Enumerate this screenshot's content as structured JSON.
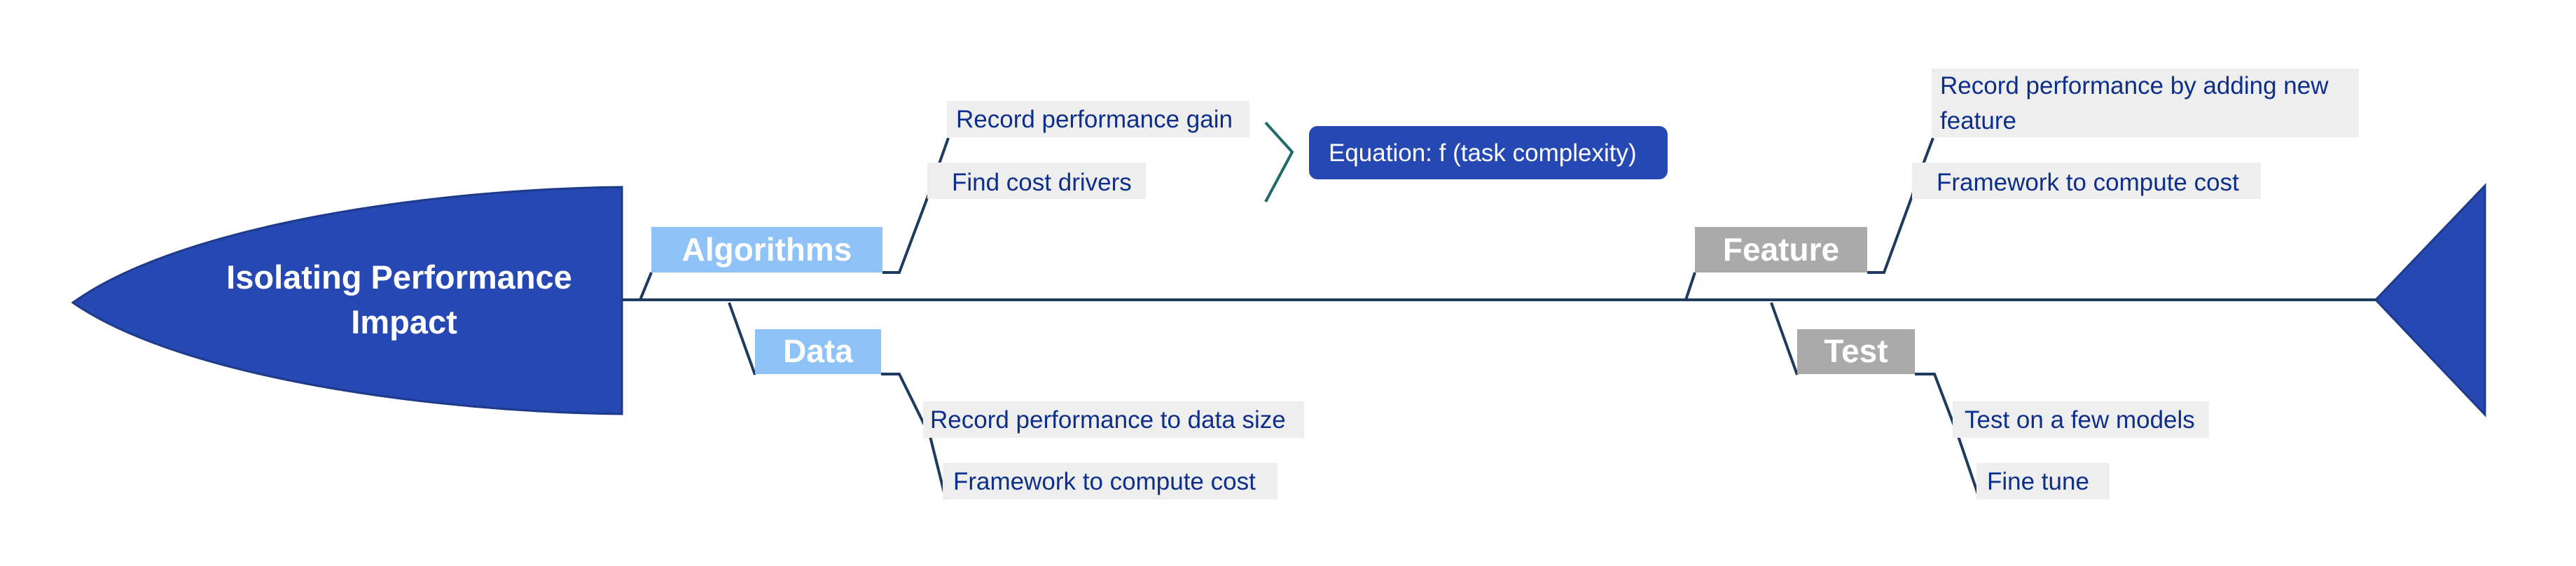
{
  "head": {
    "title_line1": "Isolating Performance",
    "title_line2": "Impact"
  },
  "categories": {
    "algorithms": {
      "label": "Algorithms",
      "items": [
        "Record performance gain",
        "Find cost drivers"
      ]
    },
    "data": {
      "label": "Data",
      "items": [
        "Record performance to data size",
        "Framework to compute cost"
      ]
    },
    "feature": {
      "label": "Feature",
      "items": [
        "Record performance by adding new",
        "feature",
        "Framework to compute cost"
      ]
    },
    "test": {
      "label": "Test",
      "items": [
        "Test on a few models",
        "Fine tune"
      ]
    }
  },
  "callout": {
    "text": "Equation: f (task complexity)"
  },
  "colors": {
    "head": "#2648b3",
    "spine": "#1e3a5f",
    "algorithms_box": "#8fc3f7",
    "data_box": "#8fc3f7",
    "feature_box": "#aaaaaa",
    "test_box": "#aaaaaa",
    "leaf_bg": "#eeeeee",
    "callout_bg": "#2648b3",
    "bracket": "#1d6b6b"
  }
}
